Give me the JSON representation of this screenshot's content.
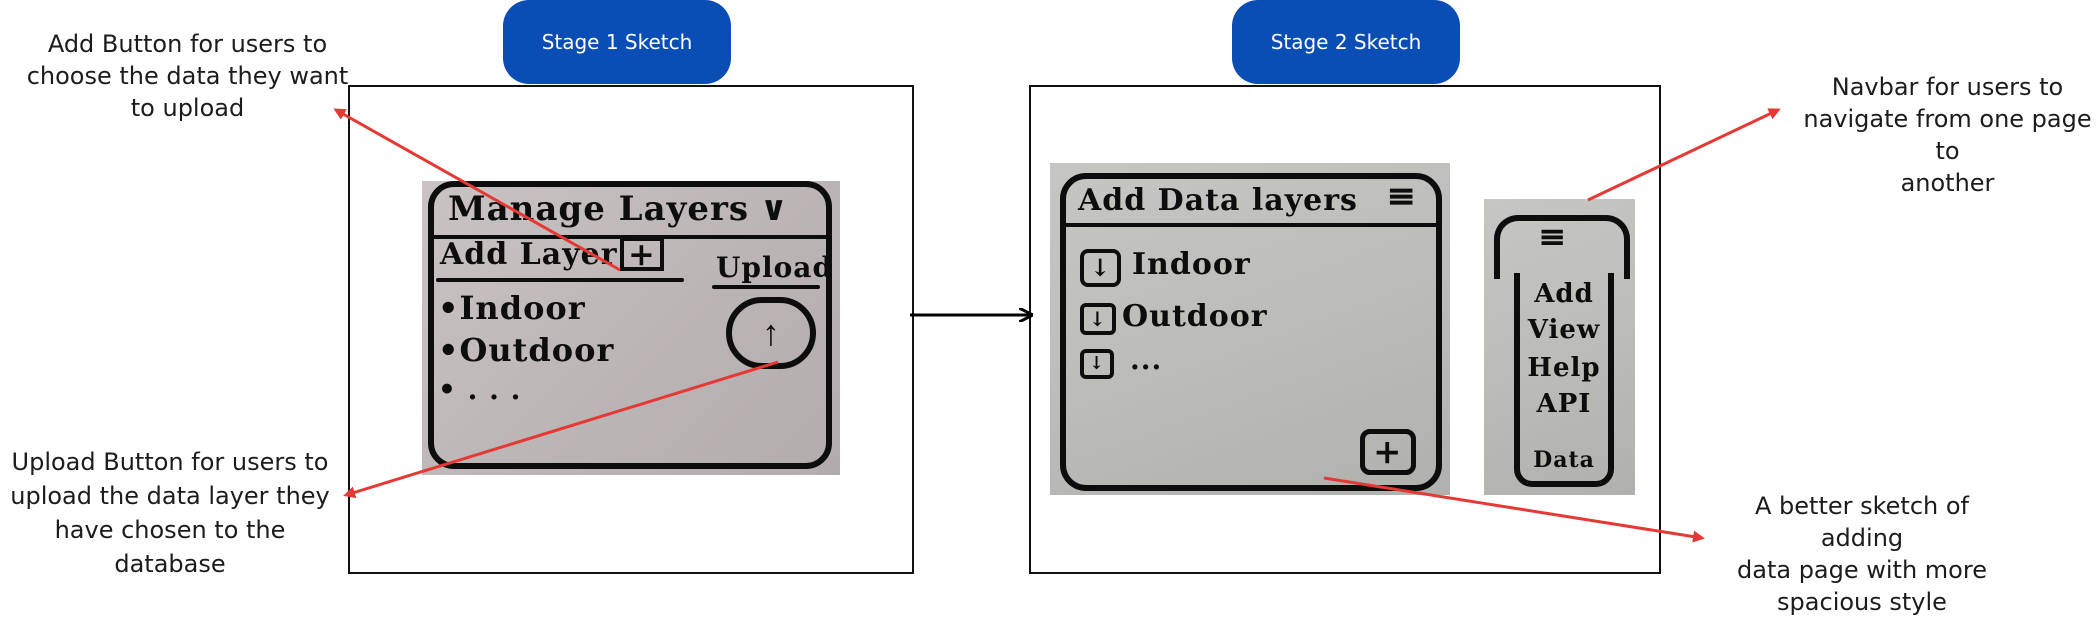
{
  "notes": {
    "add_button": "Add Button for users to\nchoose the data they want\nto upload",
    "upload_button": "Upload Button for users to\nupload the data layer they\nhave chosen to the\ndatabase",
    "navbar": "Navbar for users to\nnavigate from one page to\nanother",
    "better_sketch": "A better sketch of adding\ndata page with more\nspacious style"
  },
  "stages": {
    "stage1_label": "Stage 1 Sketch",
    "stage2_label": "Stage 2 Sketch"
  },
  "sketch1": {
    "title": "Manage Layers",
    "add_layer": "Add Layer",
    "upload": "Upload",
    "items": [
      "•Indoor",
      "•Outdoor",
      "• . . ."
    ]
  },
  "sketch2": {
    "title": "Add Data layers",
    "items": [
      "Indoor",
      "Outdoor",
      "..."
    ]
  },
  "navbar_sketch": {
    "items": [
      "Add",
      "View",
      "Help",
      "API",
      "Data"
    ]
  },
  "colors": {
    "pill": "#0a4db5",
    "annotation_arrow": "#e53935",
    "flow_arrow": "#000000"
  }
}
